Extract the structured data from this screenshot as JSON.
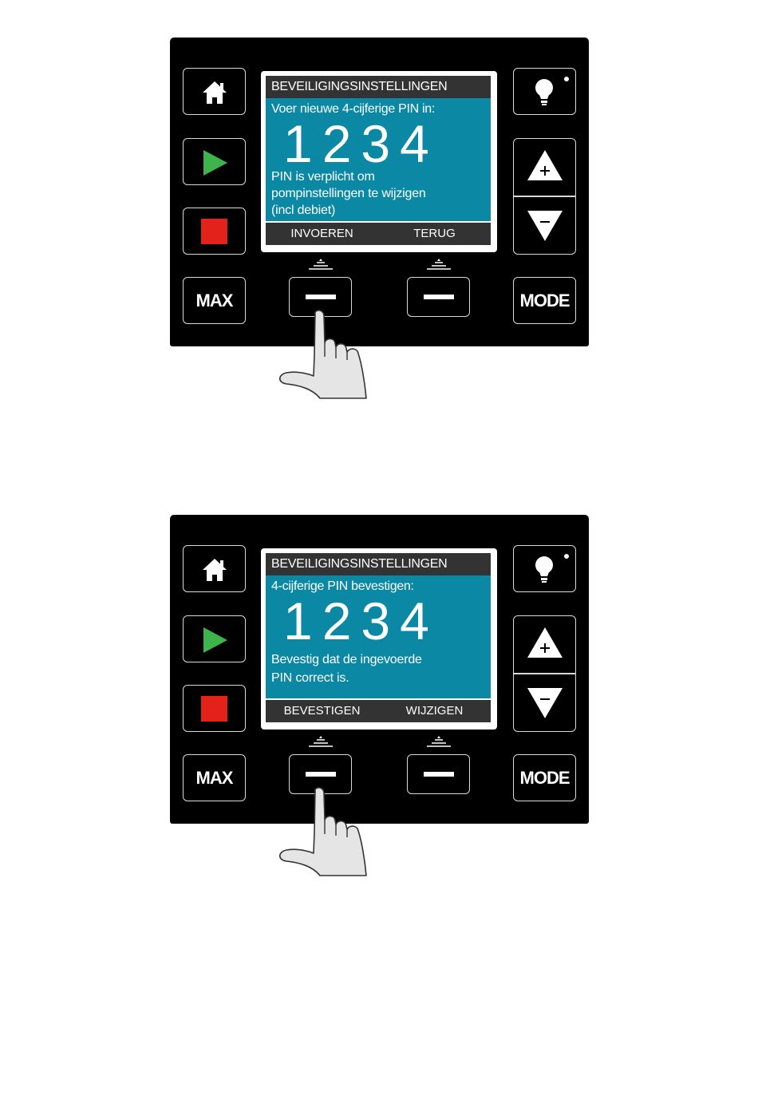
{
  "panels": [
    {
      "screen": {
        "title": "BEVEILIGINGSINSTELLINGEN",
        "prompt": "Voer nieuwe 4-cijferige PIN in:",
        "pin": "1234",
        "info_lines": [
          "PIN is verplicht om",
          "pompinstellingen te wijzigen",
          "(incl debiet)"
        ],
        "softkey_left": "INVOEREN",
        "softkey_right": "TERUG"
      },
      "buttons": {
        "max": "MAX",
        "mode": "MODE"
      },
      "pressed": "softkey-left"
    },
    {
      "screen": {
        "title": "BEVEILIGINGSINSTELLINGEN",
        "prompt": "4-cijferige PIN bevestigen:",
        "pin": "1234",
        "info_lines": [
          "Bevestig dat de ingevoerde",
          "PIN correct is."
        ],
        "softkey_left": "BEVESTIGEN",
        "softkey_right": "WIJZIGEN"
      },
      "buttons": {
        "max": "MAX",
        "mode": "MODE"
      },
      "pressed": "softkey-left"
    }
  ],
  "colors": {
    "screen_bg": "#0b88a4",
    "bar_bg": "#333333",
    "play": "#3db54a",
    "stop": "#e3231b"
  },
  "icons": [
    "home-icon",
    "play-icon",
    "stop-icon",
    "bulb-icon",
    "up-plus-icon",
    "down-minus-icon",
    "softkey-arrow-icon",
    "pointing-hand-icon"
  ]
}
